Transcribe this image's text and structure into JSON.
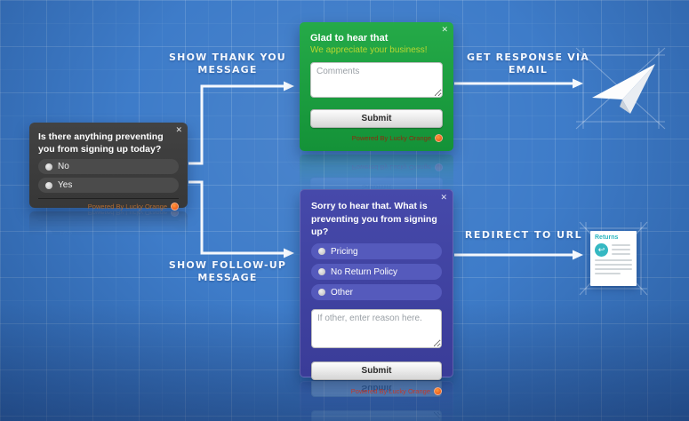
{
  "poll_question": {
    "title": "Is there anything preventing you from signing up today?",
    "options": [
      "No",
      "Yes"
    ],
    "footer_text": "Powered By Lucky Orange"
  },
  "thank_you": {
    "title": "Glad to hear that",
    "subtitle": "We appreciate your business!",
    "comment_placeholder": "Comments",
    "submit_label": "Submit",
    "footer_text": "Powered By Lucky Orange"
  },
  "follow_up": {
    "title": "Sorry to hear that. What is preventing you from signing up?",
    "options": [
      "Pricing",
      "No Return Policy",
      "Other"
    ],
    "other_placeholder": "If other, enter reason here.",
    "submit_label": "Submit",
    "footer_text": "Powered By Lucky Orange"
  },
  "flow_labels": {
    "show_thank_you": "SHOW THANK YOU MESSAGE",
    "get_response": "GET RESPONSE VIA EMAIL",
    "show_follow_up": "SHOW FOLLOW-UP MESSAGE",
    "redirect_to_url": "REDIRECT TO URL"
  },
  "icons": {
    "close": "✕",
    "returns_doc_title": "Returns",
    "return_arrow": "↩"
  },
  "colors": {
    "background_blue": "#3e7cc9",
    "grid_line": "rgba(255,255,255,0.10)",
    "thank_you_green": "#17a03c",
    "thank_you_subtitle": "#b8d631",
    "follow_up_indigo": "#3f42a0",
    "question_charcoal": "#3d3d3d",
    "lucky_orange_logo": "#f26722",
    "returns_teal": "#35b8c2",
    "arrow_white": "#ffffff"
  }
}
